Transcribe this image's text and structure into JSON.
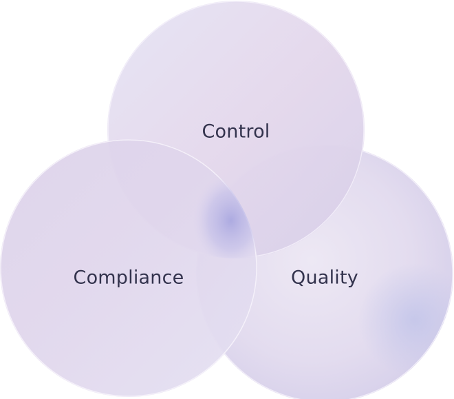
{
  "diagram": {
    "type": "venn",
    "circles": [
      {
        "id": "control",
        "label": "Control"
      },
      {
        "id": "compliance",
        "label": "Compliance"
      },
      {
        "id": "quality",
        "label": "Quality"
      }
    ]
  },
  "colors": {
    "circle_fill_light": "#ebe7f5",
    "circle_fill_mid": "#ddd5ec",
    "circle_tint_pink": "#e6d6ea",
    "circle_tint_blue": "#c9c8ea",
    "overlap_highlight": "#b3b0e3",
    "edge_highlight": "#ffffff",
    "label_text": "#33334d"
  }
}
